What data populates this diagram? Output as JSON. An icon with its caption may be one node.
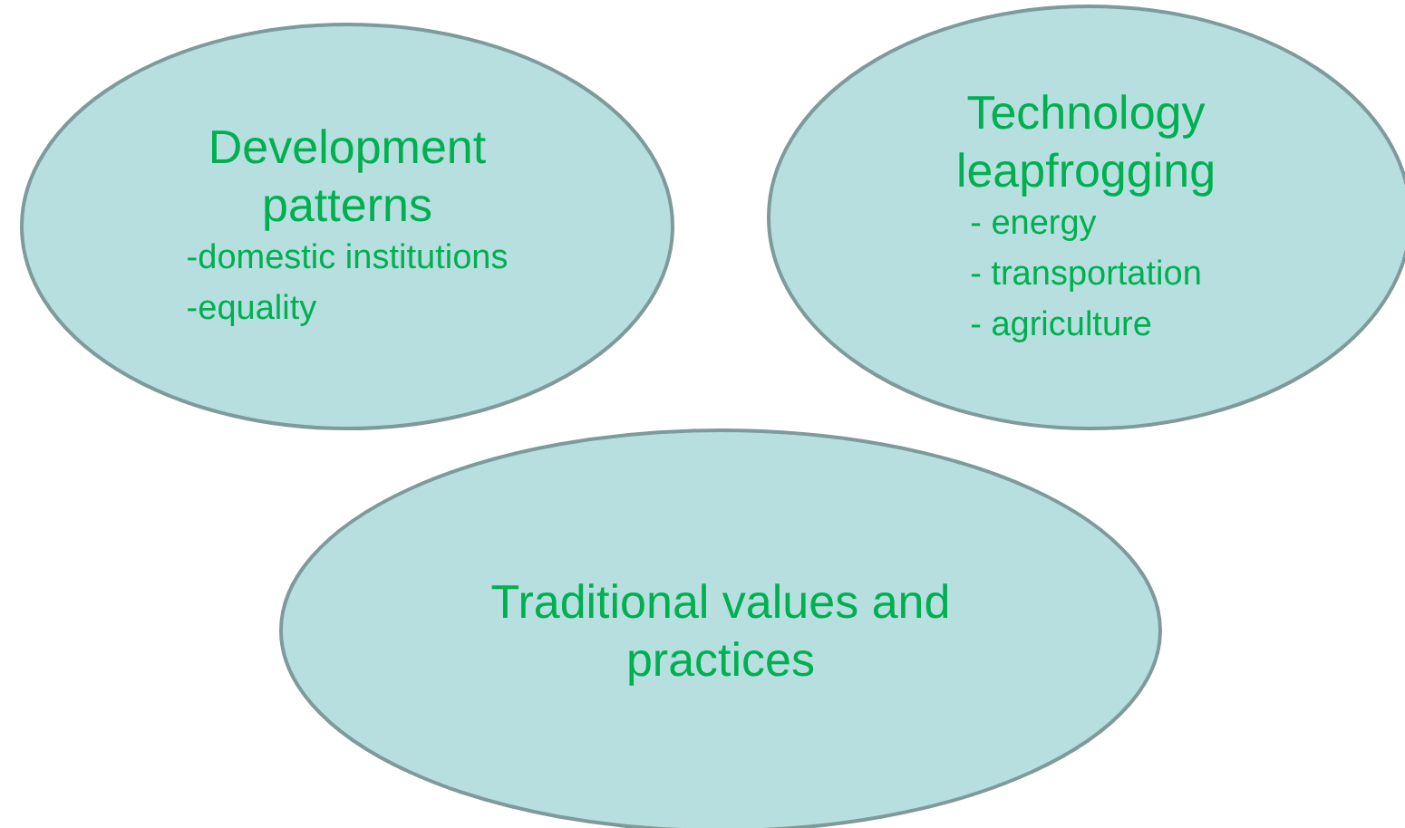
{
  "diagram": {
    "nodes": [
      {
        "text": [
          "Development patterns",
          "-domestic institutions",
          "-equality"
        ]
      },
      {
        "text": [
          "Technology leapfrogging",
          "- energy",
          "- transportation",
          "- agriculture"
        ]
      },
      {
        "text": [
          "Traditional values and practices"
        ]
      }
    ]
  }
}
